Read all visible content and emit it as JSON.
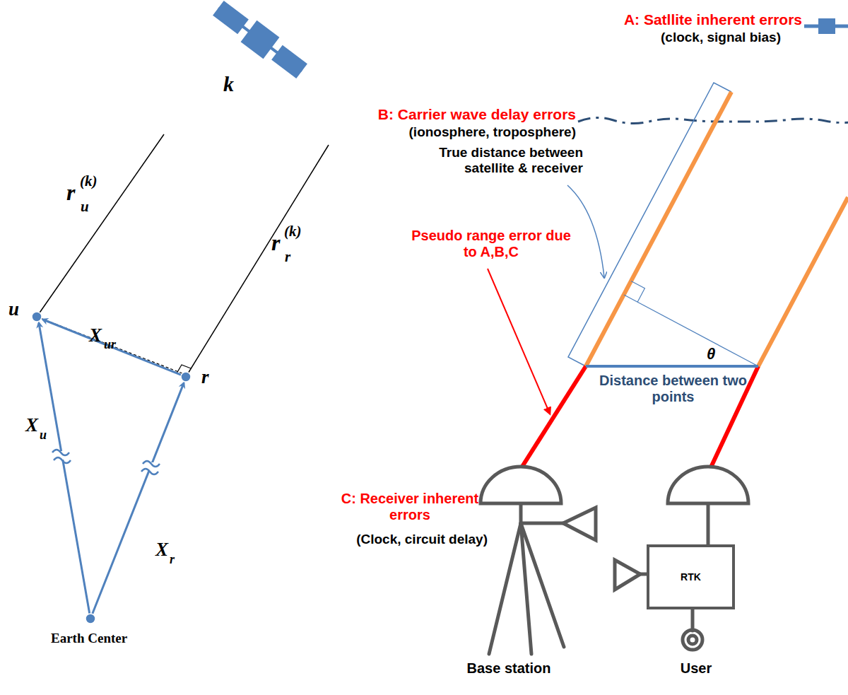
{
  "diagram": {
    "nodes": [
      {
        "text": [
          "RTK"
        ]
      }
    ],
    "labels": [
      "A: Satllite inherent errors",
      "(clock, signal bias)",
      "B: Carrier wave delay errors",
      "(ionosphere, troposphere)",
      "True distance between satellite & receiver",
      "Pseudo range error due to A,B,C",
      "θ",
      "Distance between two points",
      "C: Receiver inherent errors",
      "(Clock, circuit delay)",
      "Base station",
      "User",
      "k",
      "r",
      "u",
      "(k)",
      "r",
      "r",
      "(k)",
      "u",
      "X",
      "ur",
      "r",
      "X",
      "u",
      "X",
      "r",
      "Earth Center"
    ]
  }
}
